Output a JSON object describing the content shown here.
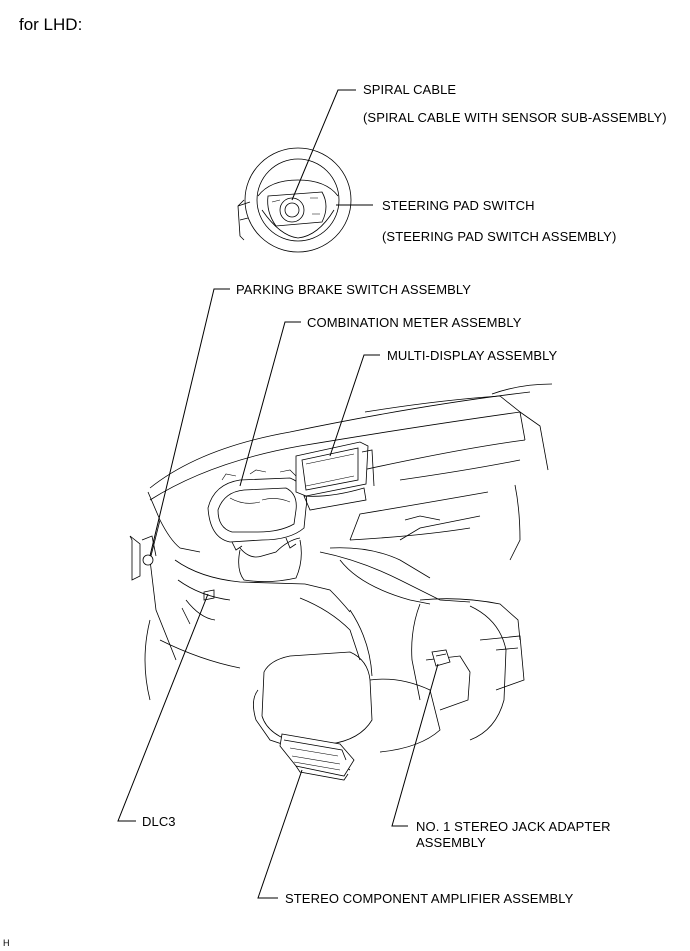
{
  "header": {
    "text": "for LHD:"
  },
  "callouts": {
    "spiral_cable": "SPIRAL CABLE",
    "spiral_cable_sub": "(SPIRAL CABLE WITH SENSOR SUB-ASSEMBLY)",
    "steering_pad_switch": "STEERING PAD SWITCH",
    "steering_pad_switch_sub": "(STEERING PAD SWITCH ASSEMBLY)",
    "parking_brake_switch": "PARKING BRAKE SWITCH ASSEMBLY",
    "combination_meter": "COMBINATION METER ASSEMBLY",
    "multi_display": "MULTI-DISPLAY ASSEMBLY",
    "dlc3": "DLC3",
    "stereo_jack_line1": "NO. 1 STEREO JACK ADAPTER",
    "stereo_jack_line2": "ASSEMBLY",
    "stereo_amplifier": "STEREO COMPONENT AMPLIFIER ASSEMBLY"
  },
  "footer": {
    "code": "H"
  }
}
